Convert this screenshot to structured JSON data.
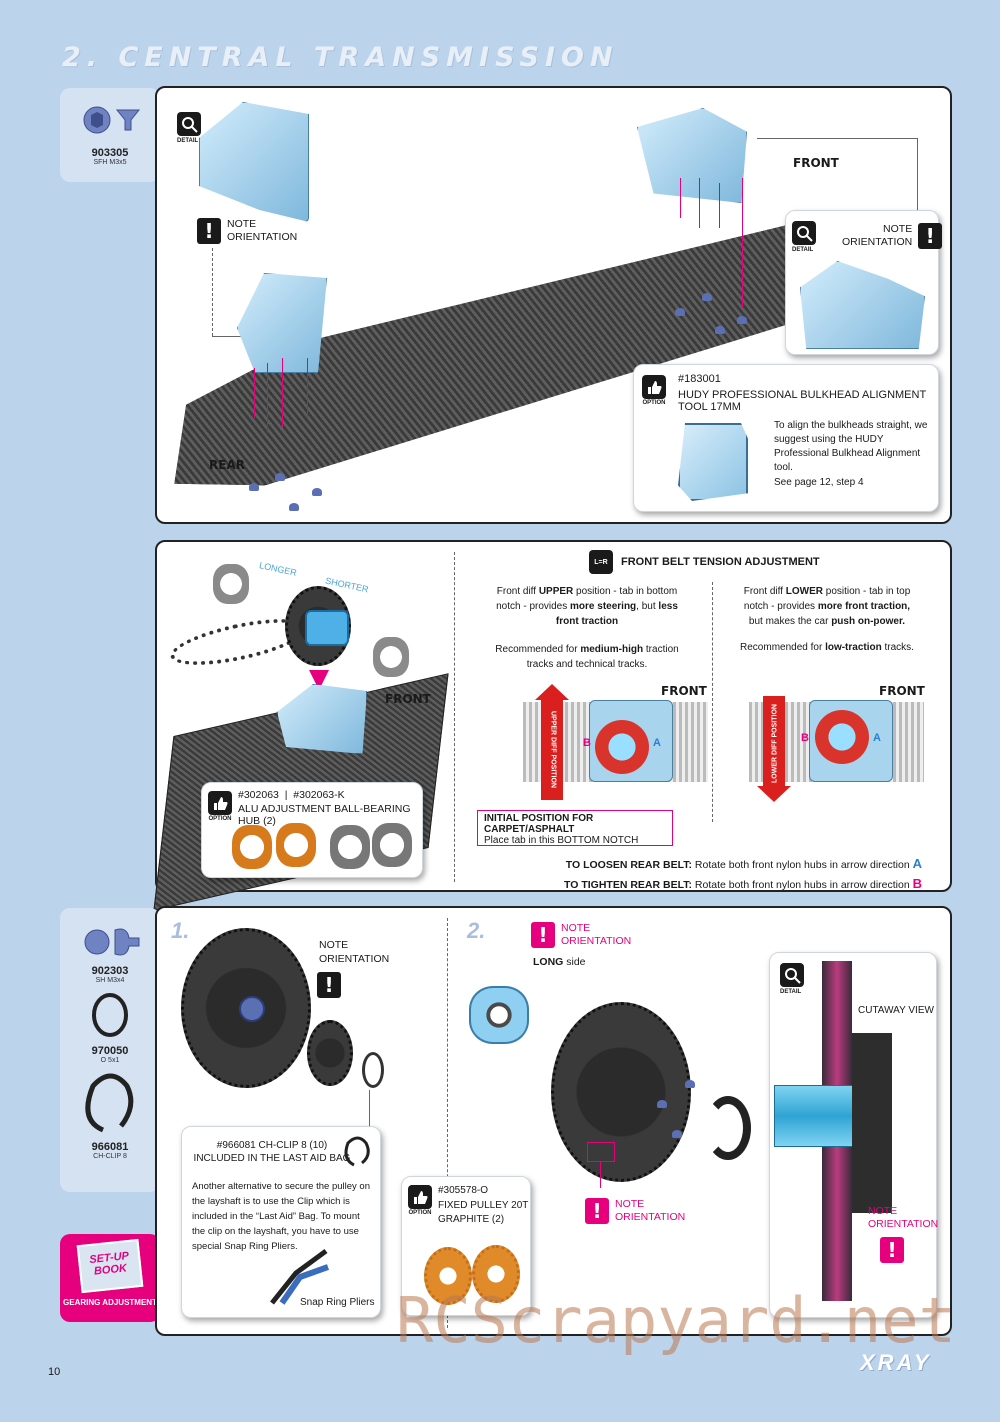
{
  "header": {
    "title": "2. CENTRAL TRANSMISSION"
  },
  "parts_top": {
    "code": "903305",
    "desc": "SFH M3x5"
  },
  "panel1": {
    "detail_left": {
      "icon_label": "DETAIL",
      "note": "NOTE\nORIENTATION"
    },
    "detail_right": {
      "icon_label": "DETAIL",
      "note": "NOTE\nORIENTATION"
    },
    "front_label": "FRONT",
    "rear_label": "REAR",
    "option": {
      "icon_label": "OPTION",
      "code": "#183001",
      "name": "HUDY PROFESSIONAL BULKHEAD ALIGNMENT TOOL 17MM",
      "text": "To align the bulkheads straight, we suggest using the HUDY Professional Bulkhead Alignment tool.",
      "see": "See page 12, step 4"
    }
  },
  "panel2": {
    "longer": "LONGER",
    "shorter": "SHORTER",
    "front_label": "FRONT",
    "heading": "FRONT BELT TENSION ADJUSTMENT",
    "lr_icon": "L=R",
    "upper": {
      "t1": "Front diff ",
      "b1": "UPPER",
      "t2": " position - tab in bottom notch - provides ",
      "b2": "more steering",
      "t3": ", but ",
      "b3": "less front traction",
      "rec1": "Recommended for ",
      "recb": "medium-high",
      "rec2": " traction tracks and technical tracks.",
      "arrow_label": "UPPER DIFF POSITION",
      "front": "FRONT",
      "a": "A",
      "b": "B"
    },
    "lower": {
      "t1": "Front diff ",
      "b1": "LOWER",
      "t2": " position - tab in top notch - provides ",
      "b2": "more front traction,",
      "t3": " but makes the car ",
      "b3": "push on-power.",
      "rec1": "Recommended for ",
      "recb": "low-traction",
      "rec2": " tracks.",
      "arrow_label": "LOWER DIFF POSITION",
      "front": "FRONT",
      "a": "A",
      "b": "B"
    },
    "initial_title": "INITIAL POSITION FOR CARPET/ASPHALT",
    "initial_sub": "Place tab in this BOTTOM NOTCH",
    "loosen_b": "TO LOOSEN REAR BELT:",
    "loosen_t": " Rotate both front nylon hubs in arrow direction ",
    "loosen_l": "A",
    "tighten_b": "TO TIGHTEN REAR BELT:",
    "tighten_t": " Rotate both front nylon hubs in arrow direction ",
    "tighten_l": "B",
    "option": {
      "icon_label": "OPTION",
      "code": "#302063  |  #302063-K",
      "name": "ALU ADJUSTMENT BALL-BEARING HUB (2)"
    }
  },
  "parts_bottom": [
    {
      "code": "902303",
      "desc": "SH M3x4"
    },
    {
      "code": "970050",
      "desc": "O 5x1"
    },
    {
      "code": "966081",
      "desc": "CH-CLIP 8"
    }
  ],
  "setup_book": {
    "line1": "SET-UP",
    "line2": "BOOK",
    "caption": "GEARING ADJUSTMENT"
  },
  "panel3": {
    "step1": "1.",
    "step2": "2.",
    "note1": "NOTE\nORIENTATION",
    "clip": {
      "title": "#966081 CH-CLIP 8 (10)\nINCLUDED IN THE LAST AID BAG",
      "text": "Another alternative to secure the pulley on the layshaft is to use the Clip which is included in the “Last Aid” Bag. To mount the clip on the layshaft, you have to use special Snap Ring Pliers.",
      "pliers": "Snap Ring Pliers"
    },
    "note2_top": "NOTE\nORIENTATION",
    "long_b": "LONG",
    "long_t": " side",
    "note2_bottom": "NOTE\nORIENTATION",
    "pulley_option": {
      "icon_label": "OPTION",
      "code": "#305578-O",
      "name": "FIXED PULLEY 20T\nGRAPHITE (2)"
    },
    "cutaway": {
      "icon_label": "DETAIL",
      "label": "CUTAWAY VIEW",
      "note": "NOTE\nORIENTATION"
    }
  },
  "footer": {
    "page": "10",
    "brand": "XRAY",
    "watermark": "RCScrapyard.net"
  }
}
